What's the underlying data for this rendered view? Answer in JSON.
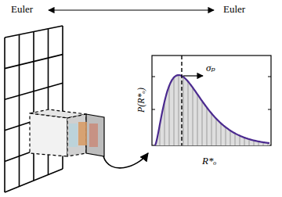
{
  "diagram": {
    "labels": [
      "Euler",
      "Euler",
      "P(R*ₒ)",
      "σₚ",
      "R*ₒ"
    ]
  }
}
